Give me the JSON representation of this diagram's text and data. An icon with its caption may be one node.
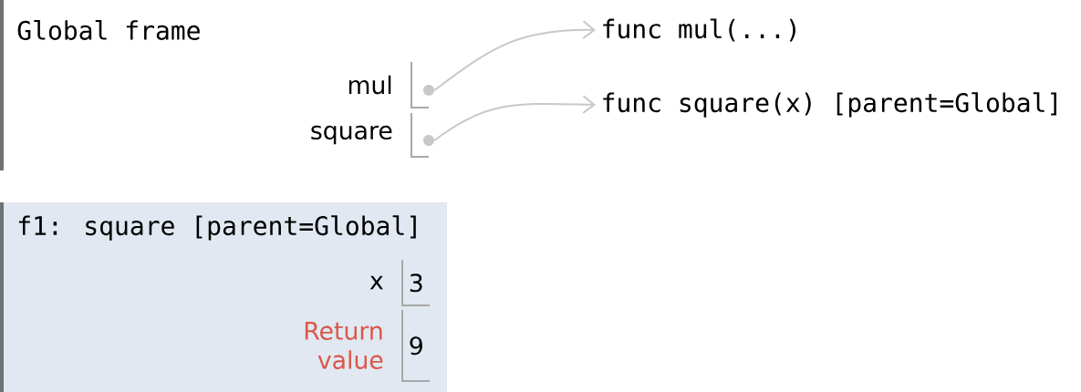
{
  "diagram": {
    "nodes": [
      {
        "text": [
          "Global frame"
        ]
      },
      {
        "text": [],
        "shape": "box",
        "beside": [
          "mul"
        ]
      },
      {
        "text": [],
        "shape": "circle",
        "in": 1
      },
      {
        "text": [],
        "shape": "box",
        "beside": [
          "square"
        ]
      },
      {
        "text": [],
        "shape": "circle",
        "in": 3
      },
      {
        "text": [
          "func mul(...)"
        ]
      },
      {
        "text": [
          "func square(x) [parent=Global]"
        ]
      },
      {
        "text": [
          "f1: square [parent=Global]"
        ]
      },
      {
        "text": [
          "3"
        ],
        "in": 7,
        "beside": [
          "x"
        ]
      },
      {
        "text": [
          "9"
        ],
        "in": 7,
        "beside": [
          "Return value"
        ]
      }
    ],
    "edges": [
      {
        "from": 2,
        "to": 5,
        "arrow": "to"
      },
      {
        "from": 4,
        "to": 6,
        "arrow": "to"
      }
    ]
  }
}
